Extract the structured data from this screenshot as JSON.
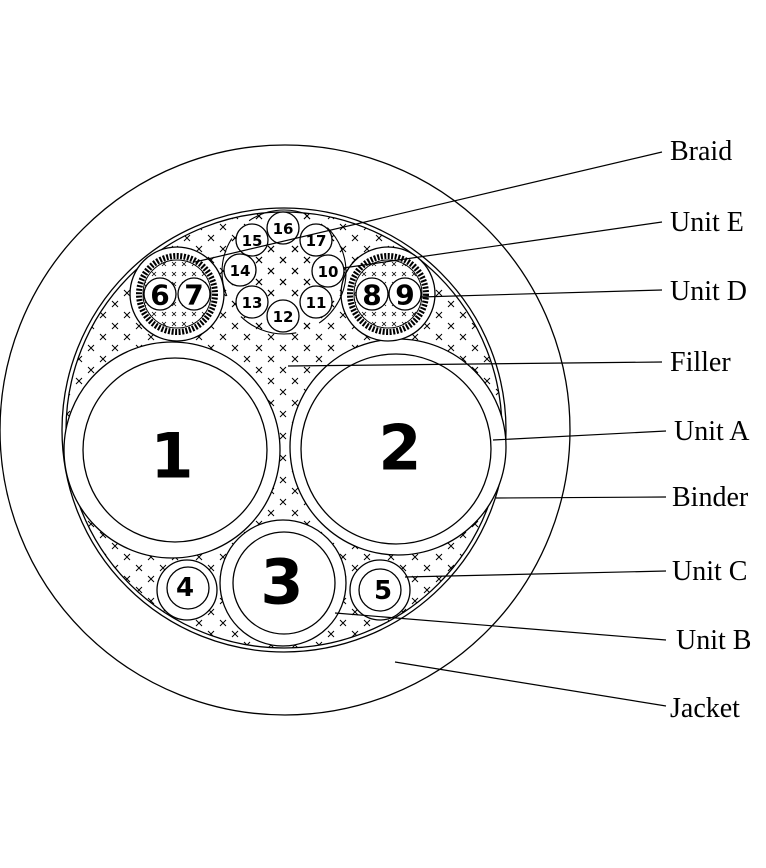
{
  "labels": {
    "braid": "Braid",
    "unit_e": "Unit E",
    "unit_d": "Unit D",
    "filler": "Filler",
    "unit_a": "Unit A",
    "binder": "Binder",
    "unit_c": "Unit C",
    "unit_b": "Unit B",
    "jacket": "Jacket"
  },
  "conductors": {
    "c1": "1",
    "c2": "2",
    "c3": "3",
    "c4": "4",
    "c5": "5",
    "c6": "6",
    "c7": "7",
    "c8": "8",
    "c9": "9",
    "c10": "10",
    "c11": "11",
    "c12": "12",
    "c13": "13",
    "c14": "14",
    "c15": "15",
    "c16": "16",
    "c17": "17"
  }
}
